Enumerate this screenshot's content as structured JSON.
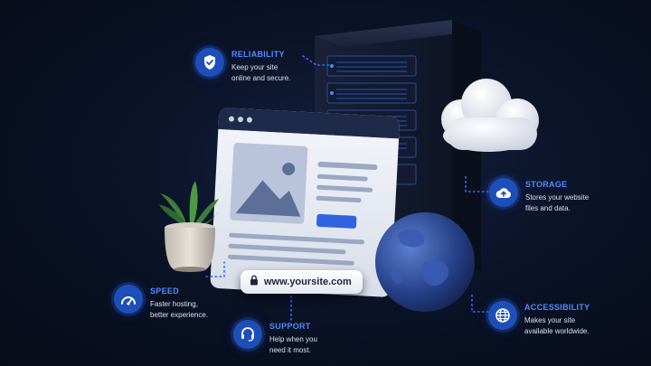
{
  "features": [
    {
      "id": "reliability",
      "title": "RELIABILITY",
      "desc": "Keep your site\nonline and secure.",
      "icon": "shield-check-icon"
    },
    {
      "id": "storage",
      "title": "STORAGE",
      "desc": "Stores your website\nfiles and data.",
      "icon": "cloud-upload-icon"
    },
    {
      "id": "speed",
      "title": "SPEED",
      "desc": "Faster hosting,\nbetter experience.",
      "icon": "speedometer-icon"
    },
    {
      "id": "support",
      "title": "SUPPORT",
      "desc": "Help when you\nneed it most.",
      "icon": "headset-icon"
    },
    {
      "id": "accessibility",
      "title": "ACCESSIBILITY",
      "desc": "Makes your site\navailable worldwide.",
      "icon": "globe-icon"
    }
  ],
  "url_bar": {
    "text": "www.yoursite.com",
    "icon": "lock-icon"
  },
  "colors": {
    "accent": "#4f8cff",
    "badge": "#1d4fb8",
    "background": "#0b1328"
  }
}
